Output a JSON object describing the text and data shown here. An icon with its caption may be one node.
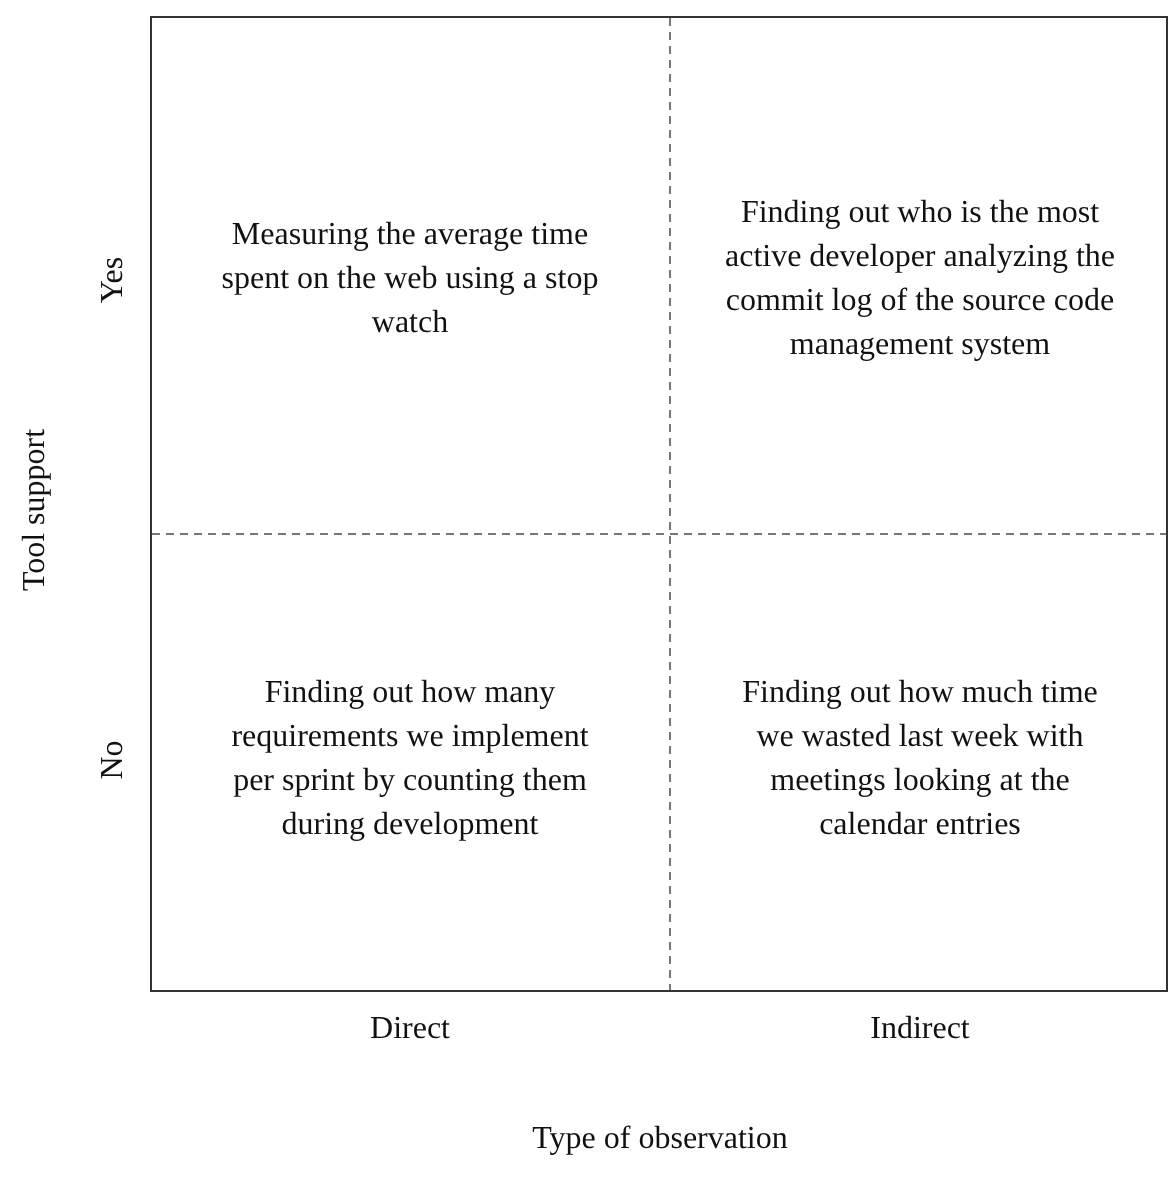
{
  "diagram": {
    "labels": [
      "Tool support",
      "Yes",
      "Measuring the average time spent on the web using a stop watch",
      "Finding out who is the most active developer analyzing the commit log of the source code management system",
      "No",
      "Finding out how many requirements we implement per sprint by counting them during development",
      "Finding out how much time we wasted last week with meetings looking at the calendar entries",
      "Direct",
      "Indirect",
      "Type of observation"
    ]
  }
}
